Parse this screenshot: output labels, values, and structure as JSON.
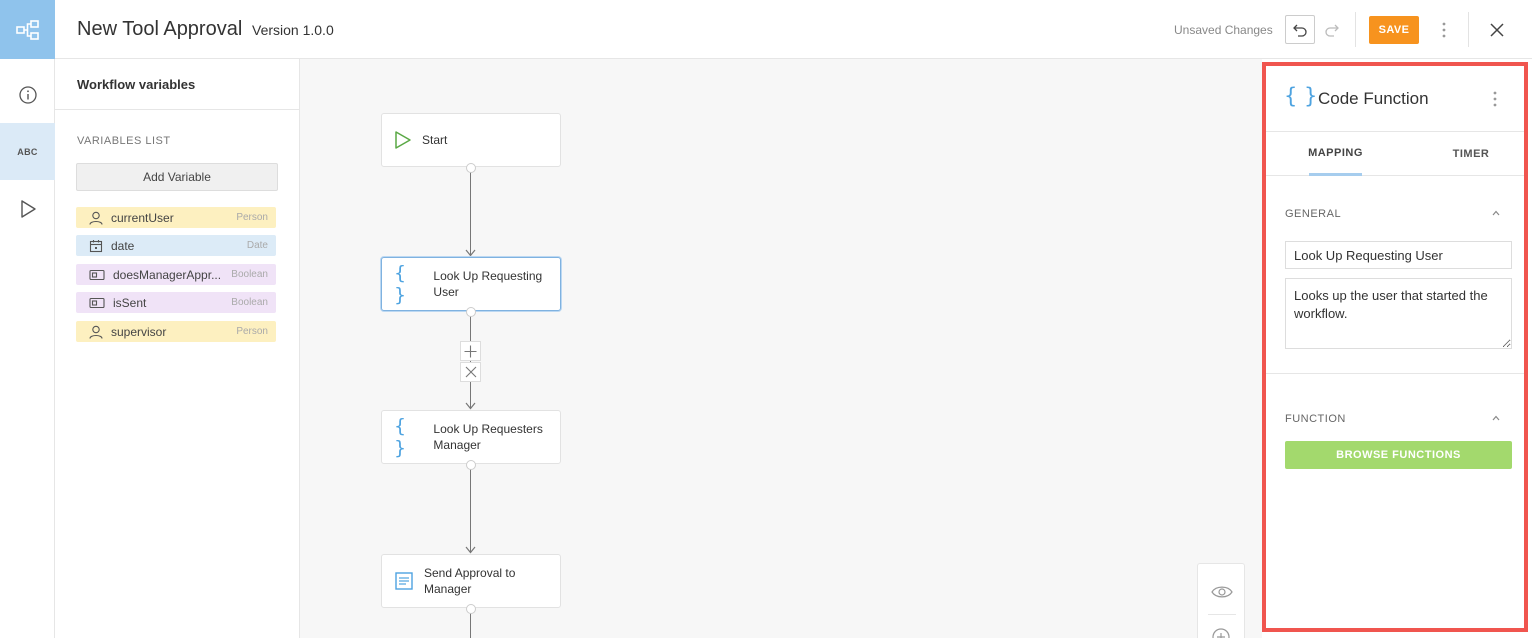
{
  "header": {
    "title": "New Tool Approval",
    "version": "Version 1.0.0",
    "status": "Unsaved Changes",
    "save_label": "SAVE"
  },
  "rail": {
    "abc_label": "ABC",
    "items": [
      "info-icon",
      "variables-icon",
      "play-icon"
    ]
  },
  "variables_panel": {
    "title": "Workflow variables",
    "list_label": "VARIABLES LIST",
    "add_label": "Add Variable",
    "items": [
      {
        "name": "currentUser",
        "type": "Person",
        "icon": "person-icon"
      },
      {
        "name": "date",
        "type": "Date",
        "icon": "calendar-icon"
      },
      {
        "name": "doesManagerAppr...",
        "type": "Boolean",
        "icon": "boolean-icon"
      },
      {
        "name": "isSent",
        "type": "Boolean",
        "icon": "boolean-icon"
      },
      {
        "name": "supervisor",
        "type": "Person",
        "icon": "person-icon"
      }
    ]
  },
  "canvas": {
    "nodes": [
      {
        "label": "Start",
        "icon": "play-icon"
      },
      {
        "label": "Look Up Requesting User",
        "icon": "braces-icon"
      },
      {
        "label": "Look Up Requesters Manager",
        "icon": "braces-icon"
      },
      {
        "label": "Send Approval to Manager",
        "icon": "form-icon"
      }
    ]
  },
  "properties_panel": {
    "title": "Code Function",
    "braces": "{ }",
    "tabs": [
      {
        "label": "MAPPING",
        "active": true
      },
      {
        "label": "TIMER",
        "active": false
      }
    ],
    "general_label": "GENERAL",
    "name_value": "Look Up Requesting User",
    "description_value": "Looks up the user that started the workflow.",
    "function_label": "FUNCTION",
    "browse_label": "BROWSE FUNCTIONS"
  },
  "colors": {
    "accent_blue": "#4ea3e0",
    "save_orange": "#f7931e",
    "browse_green": "#a3d96d",
    "highlight_red": "#f0554f"
  }
}
